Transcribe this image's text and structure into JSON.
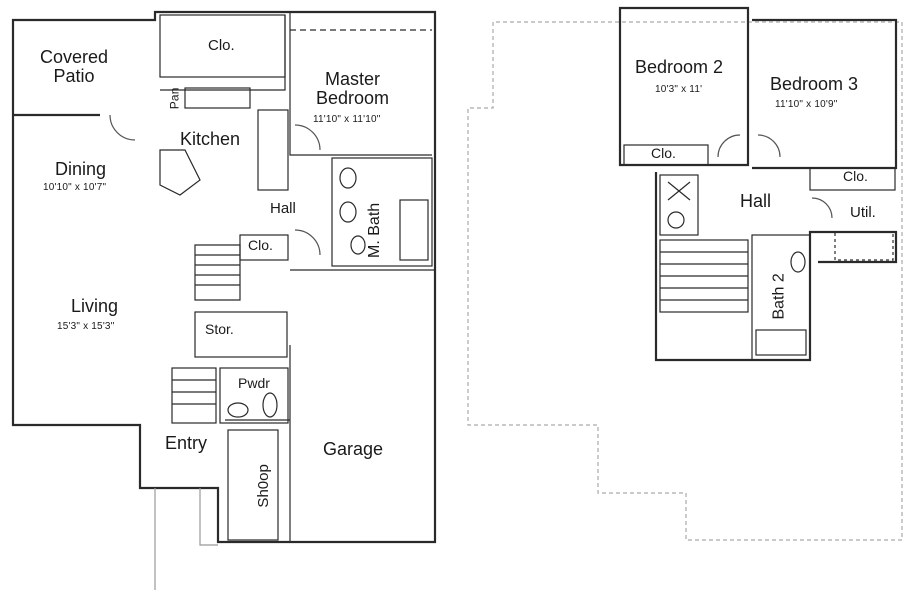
{
  "first_floor": {
    "covered_patio": "Covered\nPatio",
    "closet_top": "Clo.",
    "master_bedroom": "Master\nBedroom",
    "master_bedroom_dims": "11'10\" x 11'10\"",
    "pan": "Pan",
    "kitchen": "Kitchen",
    "dining": "Dining",
    "dining_dims": "10'10\" x 10'7\"",
    "hall": "Hall",
    "closet_hall": "Clo.",
    "master_bath": "M. Bath",
    "living": "Living",
    "living_dims": "15'3\" x 15'3\"",
    "storage": "Stor.",
    "powder": "Pwdr",
    "entry": "Entry",
    "garage": "Garage",
    "shop": "Sh0op"
  },
  "second_floor": {
    "bedroom2": "Bedroom 2",
    "bedroom2_dims": "10'3\" x 11'",
    "bedroom3": "Bedroom 3",
    "bedroom3_dims": "11'10\" x 10'9\"",
    "closet_b2": "Clo.",
    "closet_b3": "Clo.",
    "hall": "Hall",
    "utility": "Util.",
    "bath2": "Bath 2"
  }
}
